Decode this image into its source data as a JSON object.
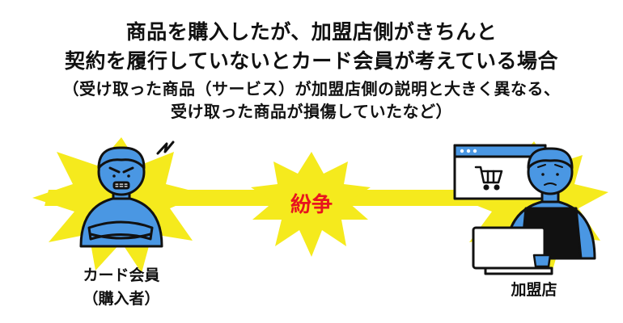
{
  "title": {
    "line1": "商品を購入したが、加盟店側がきちんと",
    "line2": "契約を履行していないとカード会員が考えている場合",
    "line3": "（受け取った商品（サービス）が加盟店側の説明と大きく異なる、",
    "line4": "受け取った商品が損傷していたなど）"
  },
  "center_label": "紛争",
  "left_party": {
    "line1": "カード会員",
    "line2": "（購入者）"
  },
  "right_party": {
    "line1": "加盟店"
  },
  "colors": {
    "burst_yellow": "#f5ea1d",
    "dispute_red": "#e8141e",
    "skin_blue": "#4a97e3",
    "outline": "#111111"
  }
}
